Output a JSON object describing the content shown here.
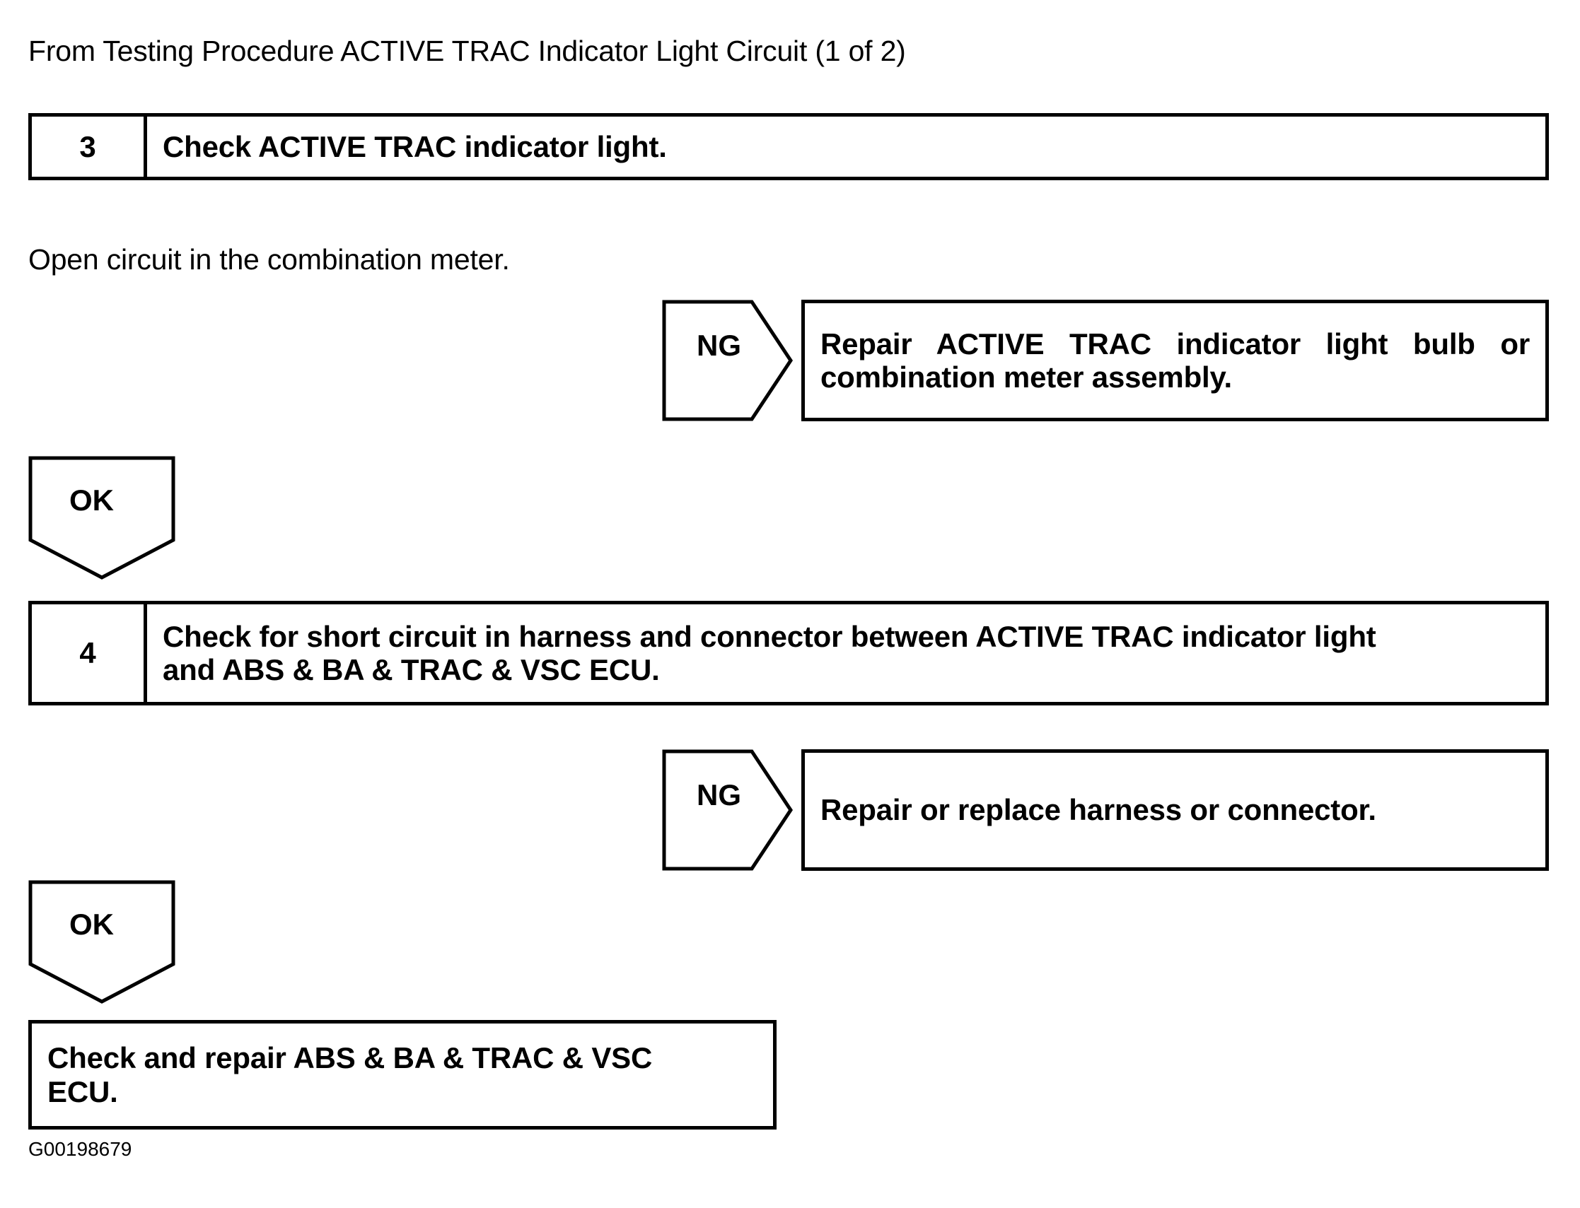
{
  "page": {
    "header_note": "From Testing Procedure ACTIVE TRAC Indicator Light Circuit (1 of 2)",
    "inline_note": "Open circuit in the combination meter.",
    "figure_id": "G00198679",
    "ink_color": "#000000",
    "background_color": "#ffffff"
  },
  "steps": [
    {
      "number": "3",
      "instruction": "Check ACTIVE TRAC indicator light."
    },
    {
      "number": "4",
      "instruction_line1": "Check for short circuit in harness and connector between ACTIVE TRAC indicator light",
      "instruction_line2": "and ABS & BA & TRAC & VSC ECU."
    }
  ],
  "branches": [
    {
      "label": "NG",
      "result_line1": "Repair ACTIVE TRAC indicator light bulb or",
      "result_line2": "combination meter assembly."
    },
    {
      "label": "OK"
    },
    {
      "label": "NG",
      "result_line1": "Repair or replace harness or connector."
    },
    {
      "label": "OK"
    }
  ],
  "final": {
    "line1": "Check and repair ABS & BA & TRAC & VSC",
    "line2": "ECU."
  }
}
